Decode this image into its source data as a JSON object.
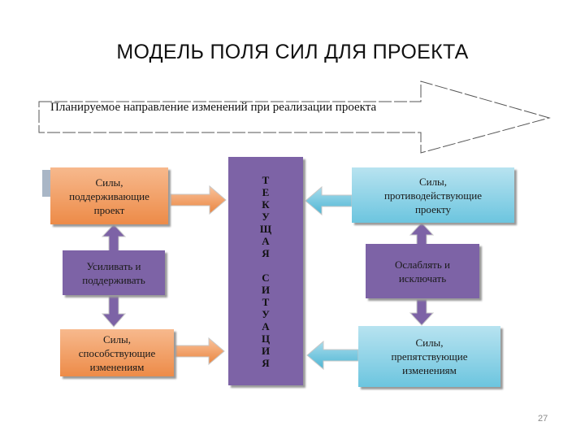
{
  "title": "МОДЕЛЬ ПОЛЯ СИЛ ДЛЯ ПРОЕКТА",
  "direction_arrow_text": "Планируемое направление изменений при реализации проекта",
  "center": {
    "word1": [
      "Т",
      "Е",
      "К",
      "У",
      "Щ",
      "А",
      "Я"
    ],
    "word2": [
      "С",
      "И",
      "Т",
      "У",
      "А",
      "Ц",
      "И",
      "Я"
    ]
  },
  "left": {
    "supporting": "Силы,\nподдерживающие\nпроект",
    "action": "Усиливать и\nподдерживать",
    "contributing": "Силы,\nспособствующие\nизменениям"
  },
  "right": {
    "opposing": "Силы,\nпротиводействующие\nпроекту",
    "action": "Ослаблять и\nисключать",
    "hindering": "Силы,\nпрепятствующие\nизменениям"
  },
  "page_number": "27",
  "colors": {
    "orange": "#ed8b48",
    "blue": "#6cc5df",
    "purple": "#7d63a6"
  }
}
